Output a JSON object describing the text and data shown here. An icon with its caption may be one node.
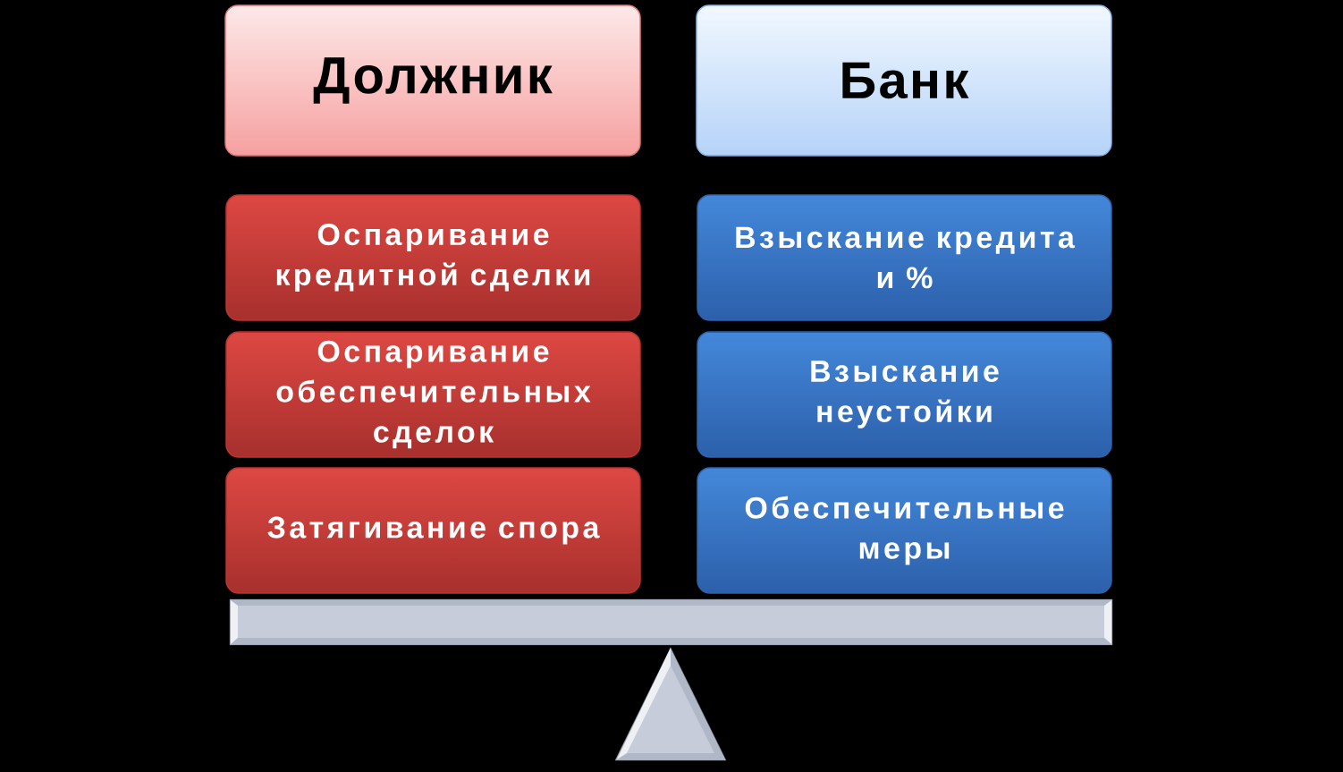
{
  "diagram": {
    "nodes": [
      {
        "text": [
          "Должник"
        ]
      },
      {
        "text": [
          "Банк"
        ]
      },
      {
        "text": [
          "Оспаривание кредитной сделки"
        ]
      },
      {
        "text": [
          "Взыскание кредита и %"
        ]
      },
      {
        "text": [
          "Оспаривание обеспечительных сделок"
        ]
      },
      {
        "text": [
          "Взыскание неустойки"
        ]
      },
      {
        "text": [
          "Затягивание спора"
        ]
      },
      {
        "text": [
          "Обеспечительные меры"
        ]
      }
    ]
  }
}
